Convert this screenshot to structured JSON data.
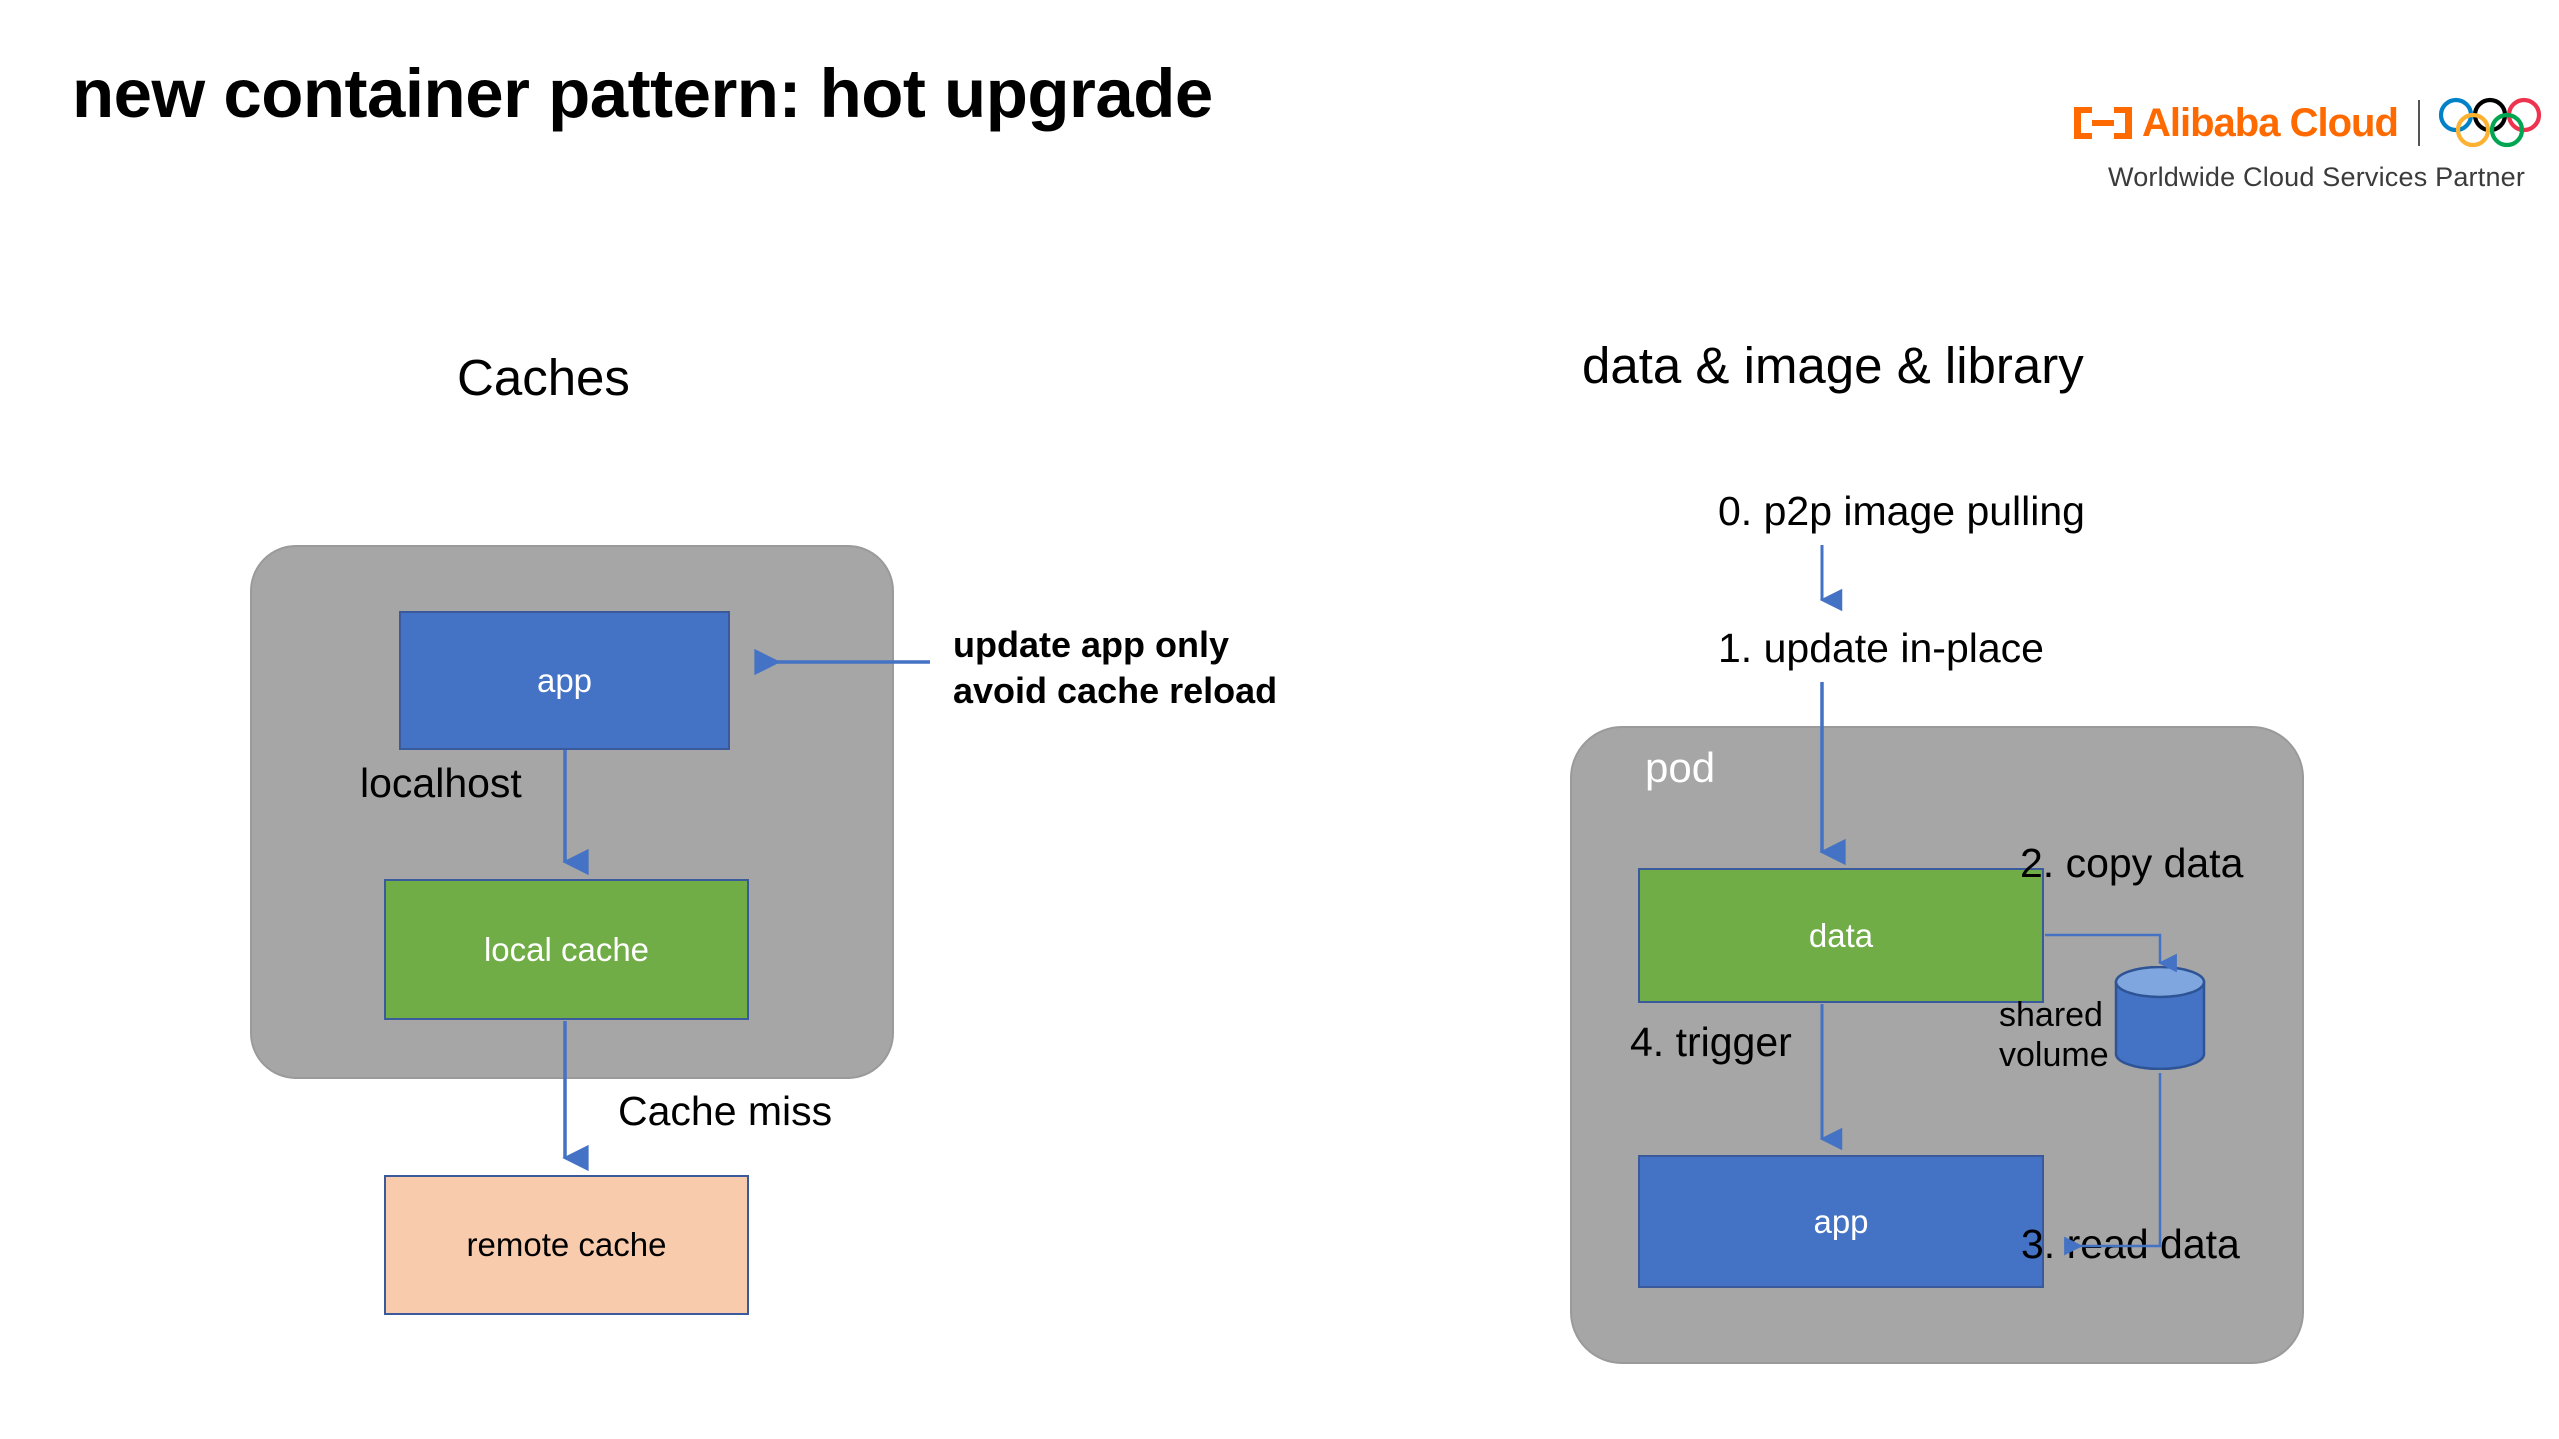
{
  "slide": {
    "title": "new container pattern: hot upgrade",
    "background": "#FFFFFF"
  },
  "logo": {
    "mark_icon": "alibaba-cloud-mark-icon",
    "wordmark": "Alibaba Cloud",
    "rings_icon": "olympic-rings-icon",
    "tagline": "Worldwide Cloud Services Partner",
    "brand_color": "#FF6A00",
    "ring_colors": [
      "#0081C8",
      "#000000",
      "#EE334E",
      "#FCB131",
      "#00A651"
    ]
  },
  "left_panel": {
    "heading": "Caches",
    "container_label": "",
    "nodes": {
      "app": "app",
      "local_cache": "local cache",
      "remote_cache": "remote cache"
    },
    "edge_labels": {
      "localhost": "localhost",
      "cache_miss": "Cache miss"
    },
    "callout": {
      "line1": "update app only",
      "line2": "avoid cache reload"
    },
    "colors": {
      "container": "#A6A6A6",
      "app": "#4472C4",
      "local_cache": "#70AD47",
      "remote_cache": "#F8CBAD",
      "arrow": "#4472C4",
      "node_border": "#3A5A9B"
    }
  },
  "right_panel": {
    "heading": "data & image & library",
    "pod_label": "pod",
    "nodes": {
      "data": "data",
      "app": "app",
      "shared_volume": "shared volume"
    },
    "steps": {
      "step0": "0. p2p image pulling",
      "step1": "1. update in-place",
      "step2": "2. copy data",
      "step3": "3. read data",
      "step4": "4. trigger"
    },
    "colors": {
      "container": "#A6A6A6",
      "data": "#70AD47",
      "app": "#4472C4",
      "volume": "#4472C4",
      "volume_top": "#7FA6DE",
      "arrow": "#4472C4"
    }
  }
}
